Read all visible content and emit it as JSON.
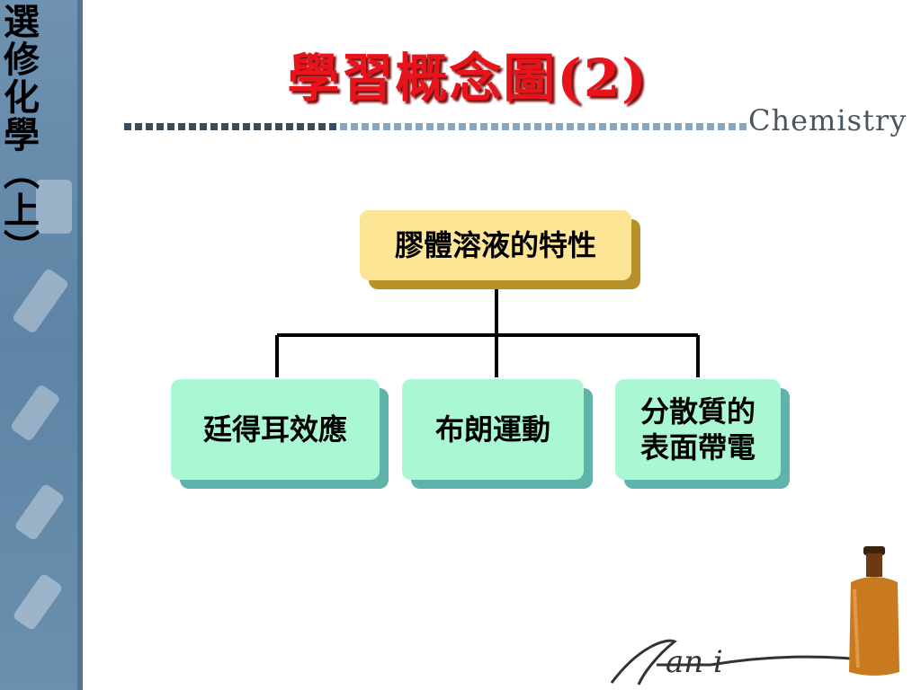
{
  "sidebar": {
    "title_chars": [
      "選",
      "修",
      "化",
      "學",
      "︵",
      "上",
      "︶"
    ]
  },
  "slide": {
    "title": "學習概念圖(2)",
    "brand": "Chemistry"
  },
  "diagram": {
    "root": {
      "label": "膠體溶液的特性"
    },
    "children": [
      {
        "label": "廷得耳效應"
      },
      {
        "label": "布朗運動"
      },
      {
        "line1": "分散質的",
        "line2": "表面帶電"
      }
    ]
  },
  "colors": {
    "title": "#e8141c",
    "root_fill": "#fde596",
    "child_fill": "#aaf7d4",
    "sidebar": "#6f92b0"
  }
}
